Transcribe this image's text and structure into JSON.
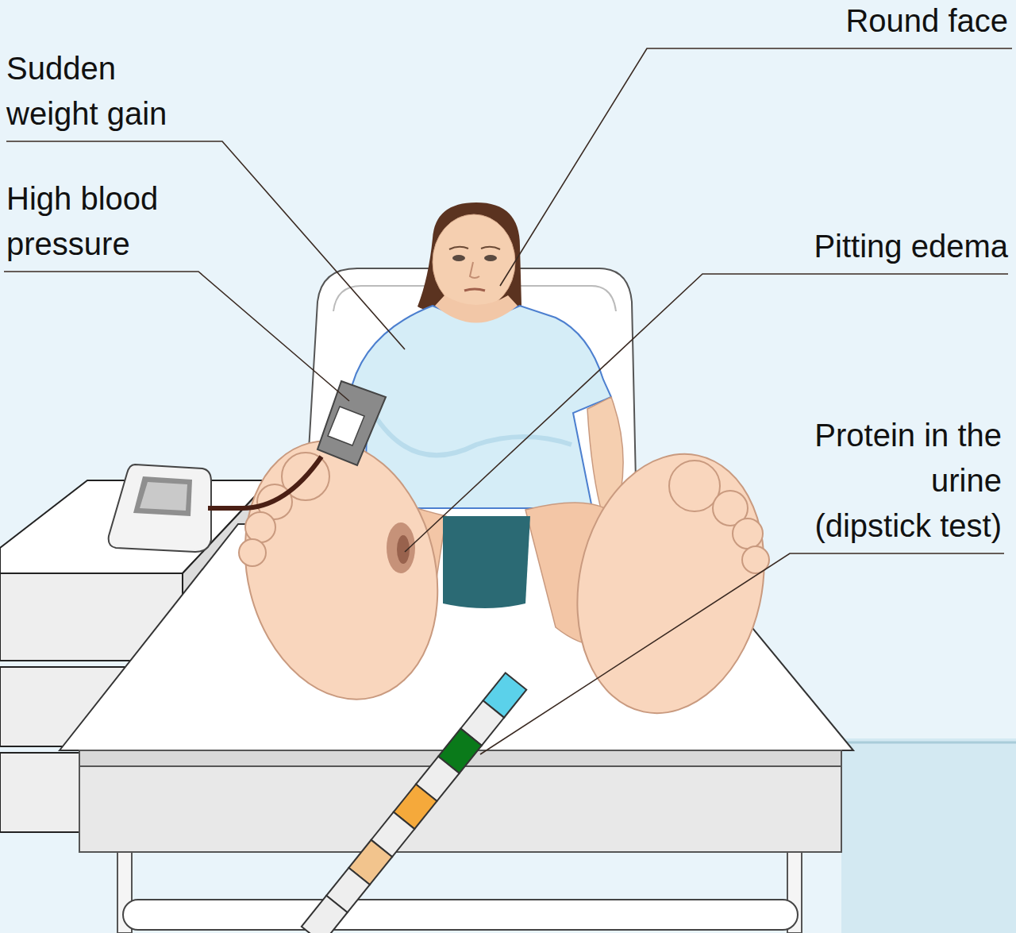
{
  "diagram": {
    "labels": [
      "Sudden weight gain",
      "High blood pressure",
      "Round face",
      "Pitting edema",
      "Protein in the urine (dipstick test)"
    ]
  }
}
